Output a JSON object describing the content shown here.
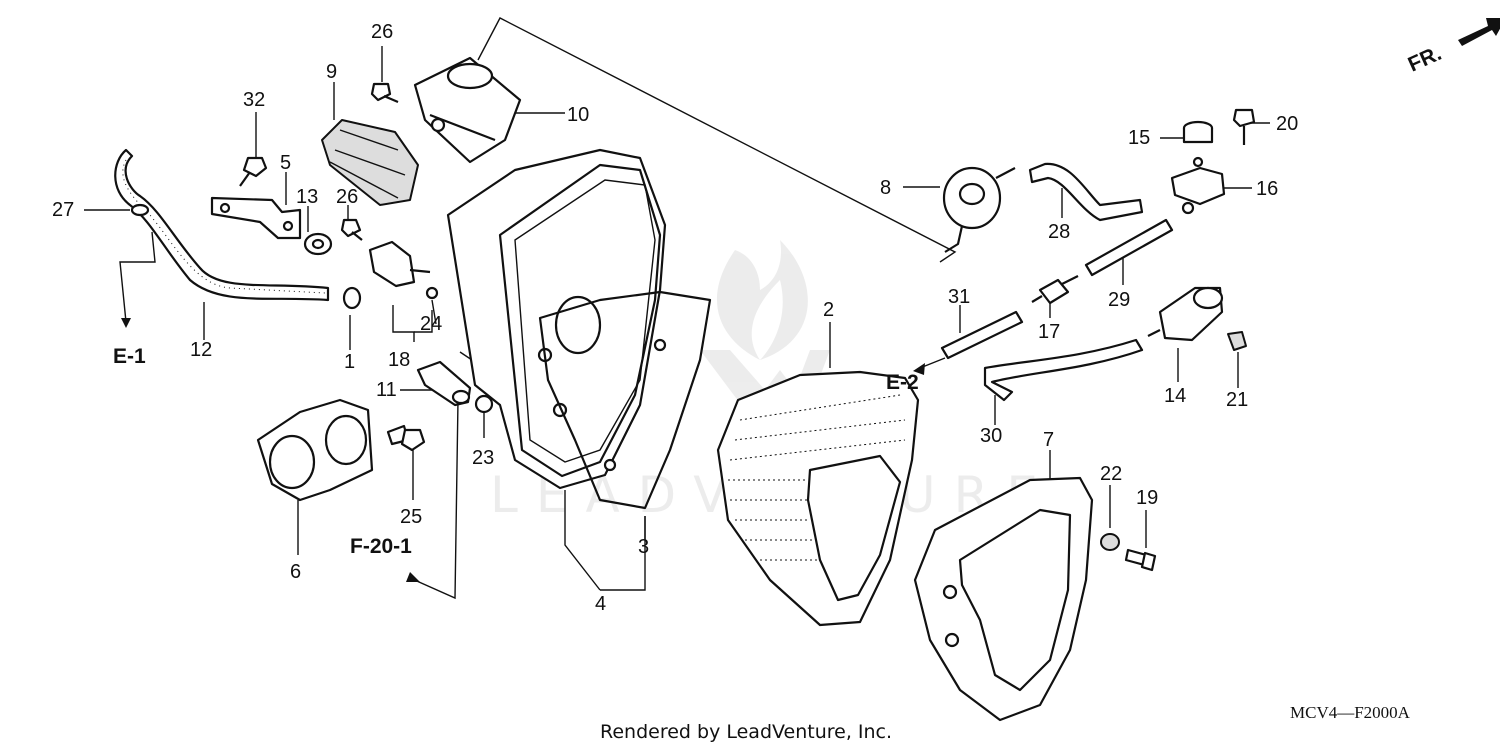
{
  "diagram": {
    "callouts": [
      {
        "id": "c1",
        "text": "1"
      },
      {
        "id": "c2",
        "text": "2"
      },
      {
        "id": "c3",
        "text": "3"
      },
      {
        "id": "c4",
        "text": "4"
      },
      {
        "id": "c5",
        "text": "5"
      },
      {
        "id": "c6",
        "text": "6"
      },
      {
        "id": "c7",
        "text": "7"
      },
      {
        "id": "c8",
        "text": "8"
      },
      {
        "id": "c9",
        "text": "9"
      },
      {
        "id": "c10",
        "text": "10"
      },
      {
        "id": "c11",
        "text": "11"
      },
      {
        "id": "c12",
        "text": "12"
      },
      {
        "id": "c13",
        "text": "13"
      },
      {
        "id": "c14",
        "text": "14"
      },
      {
        "id": "c15",
        "text": "15"
      },
      {
        "id": "c16",
        "text": "16"
      },
      {
        "id": "c17",
        "text": "17"
      },
      {
        "id": "c18",
        "text": "18"
      },
      {
        "id": "c19",
        "text": "19"
      },
      {
        "id": "c20",
        "text": "20"
      },
      {
        "id": "c21",
        "text": "21"
      },
      {
        "id": "c22",
        "text": "22"
      },
      {
        "id": "c23",
        "text": "23"
      },
      {
        "id": "c24",
        "text": "24"
      },
      {
        "id": "c25",
        "text": "25"
      },
      {
        "id": "c26a",
        "text": "26"
      },
      {
        "id": "c26b",
        "text": "26"
      },
      {
        "id": "c27",
        "text": "27"
      },
      {
        "id": "c28",
        "text": "28"
      },
      {
        "id": "c29",
        "text": "29"
      },
      {
        "id": "c30",
        "text": "30"
      },
      {
        "id": "c31",
        "text": "31"
      },
      {
        "id": "c32",
        "text": "32"
      }
    ],
    "references": {
      "e1": "E-1",
      "e2": "E-2",
      "f201": "F-20-1"
    },
    "direction_label": "FR.",
    "diagram_code": "MCV4—F2000A",
    "footer": "Rendered by LeadVenture, Inc.",
    "watermark": "LEADVENTURE",
    "icons": [
      "front-direction-arrow-icon",
      "leadventure-logo-watermark"
    ]
  }
}
